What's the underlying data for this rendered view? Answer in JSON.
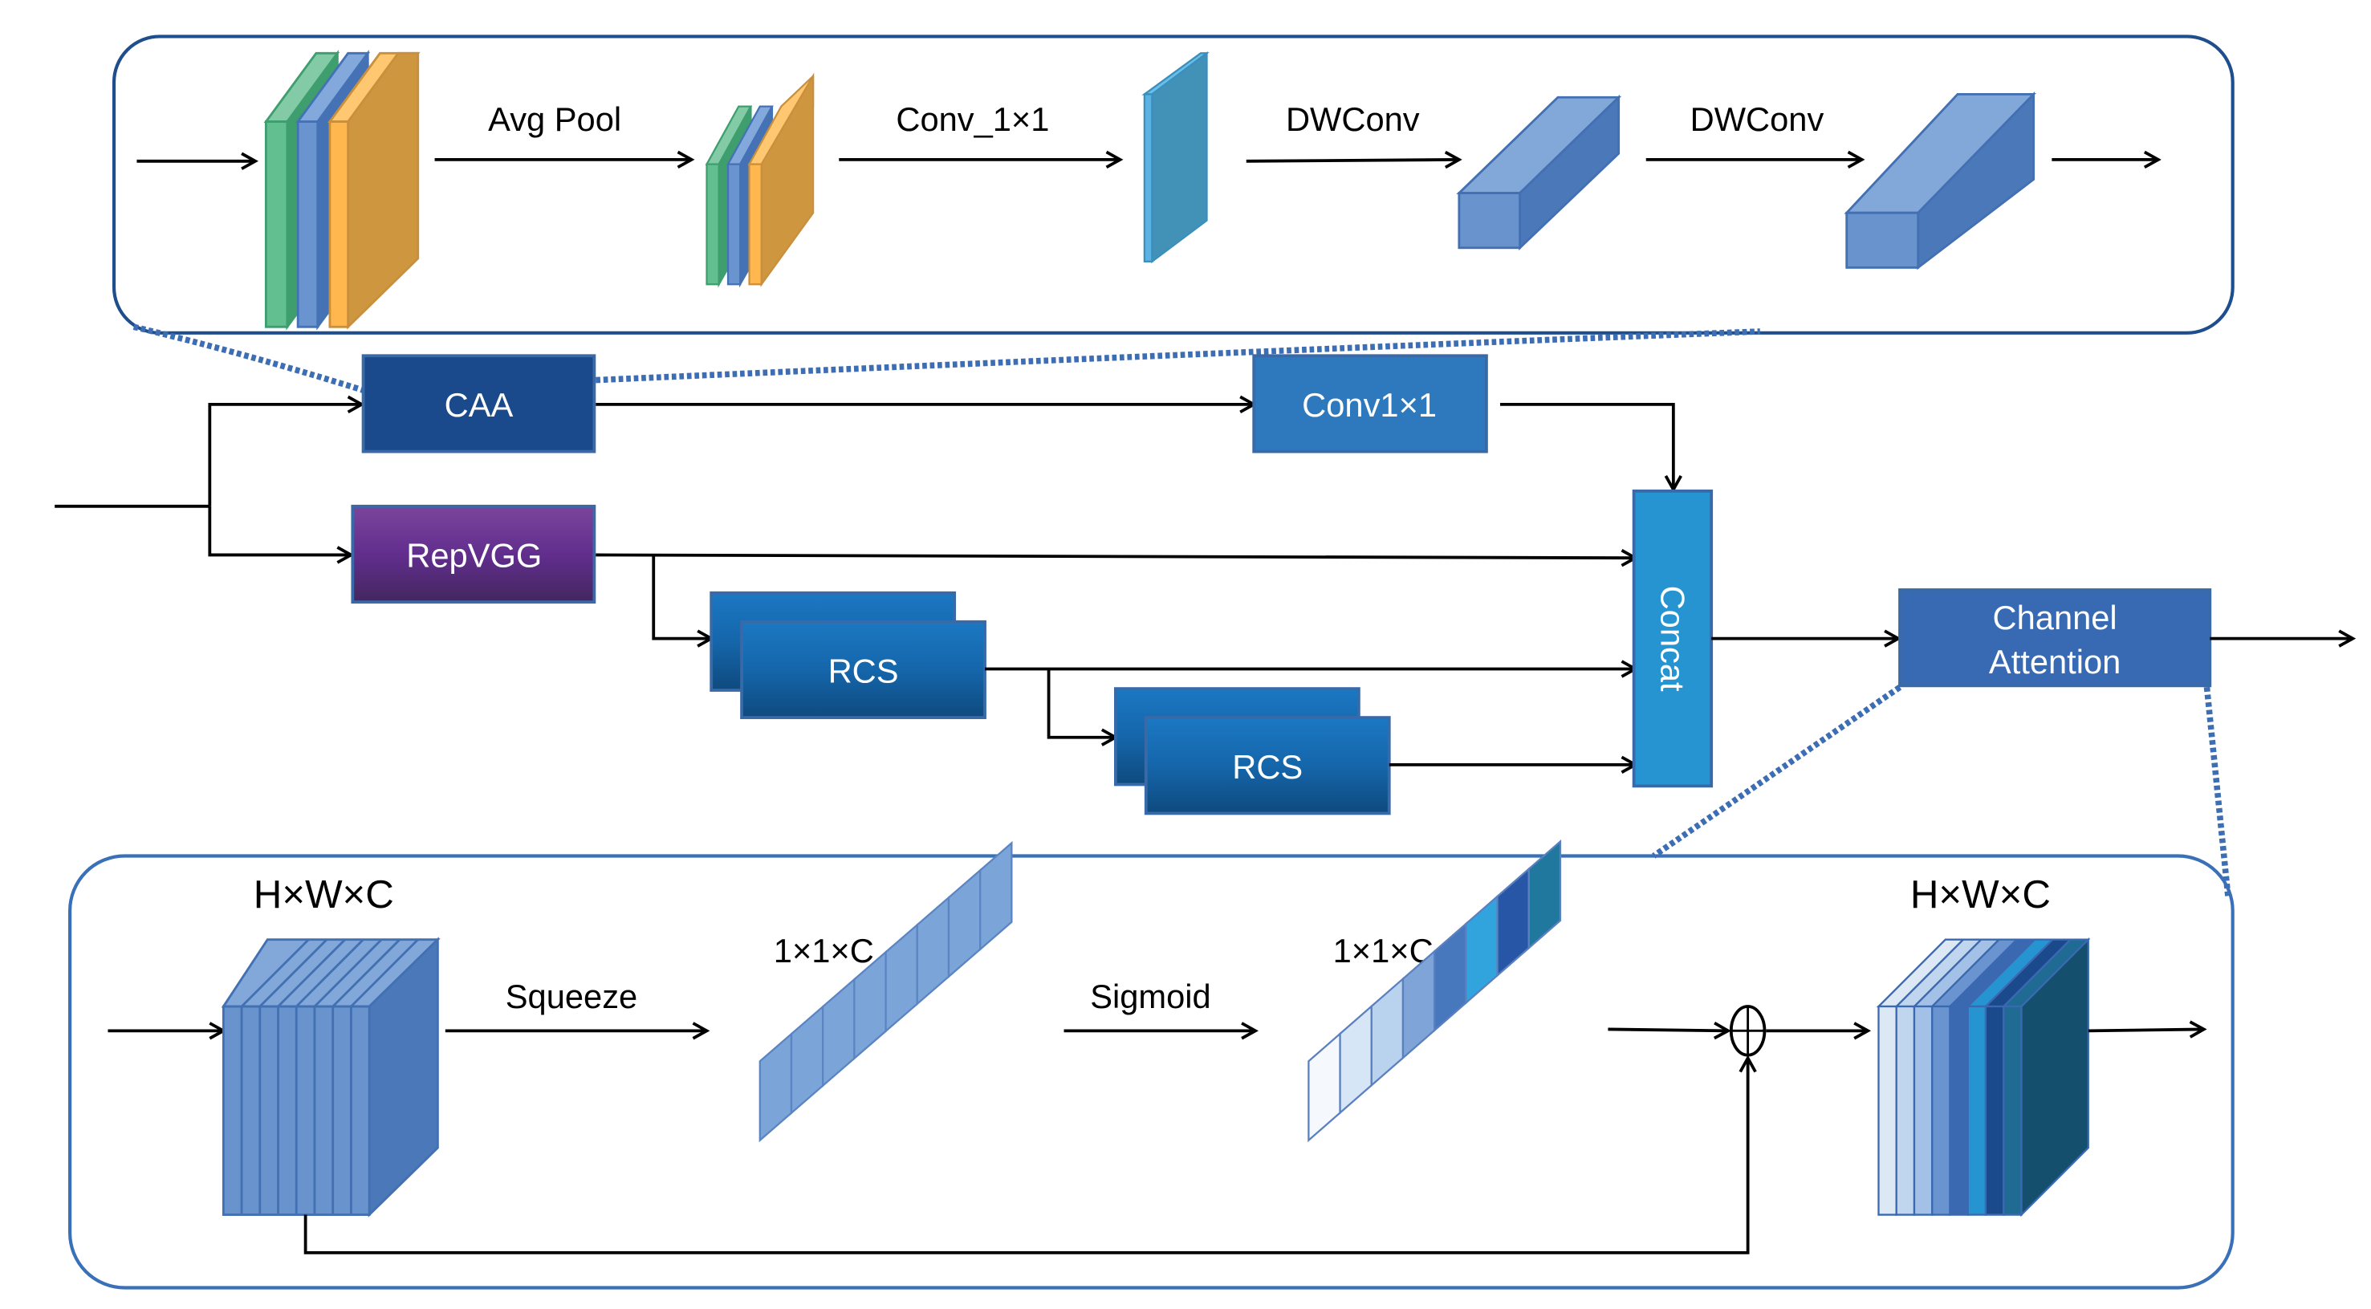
{
  "caa_detail": {
    "steps": [
      "Avg Pool",
      "Conv_1×1",
      "DWConv",
      "DWConv"
    ]
  },
  "main_flow": {
    "blocks": {
      "caa": "CAA",
      "repvgg": "RepVGG",
      "conv1x1": "Conv1×1",
      "rcs_1": "RCS",
      "rcs_2": "RCS",
      "concat": "Concat",
      "channel_attention_line1": "Channel",
      "channel_attention_line2": "Attention"
    }
  },
  "channel_attention_detail": {
    "input_shape": "H×W×C",
    "squeeze_label": "Squeeze",
    "squeezed_shape": "1×1×C",
    "sigmoid_label": "Sigmoid",
    "weights_shape": "1×1×C",
    "output_shape": "H×W×C",
    "operator": "⊕"
  },
  "colors": {
    "caa": "#1a4a8c",
    "repvgg_top": "#7a459a",
    "repvgg_bottom": "#43265f",
    "conv1x1": "#2e78be",
    "rcs_top": "#1b78c2",
    "rcs_bottom": "#0e4a7e",
    "concat": "#2694d0",
    "channel_attention": "#386ab3",
    "panel_border": "#1f4e8c",
    "dashed_connector": "#3d6eb4",
    "channel_weights": [
      "#f5f9fd",
      "#d6e6f6",
      "#b9d3ef",
      "#7fa5d8",
      "#4777bd",
      "#31a4dd",
      "#2756a6",
      "#21789f"
    ]
  }
}
